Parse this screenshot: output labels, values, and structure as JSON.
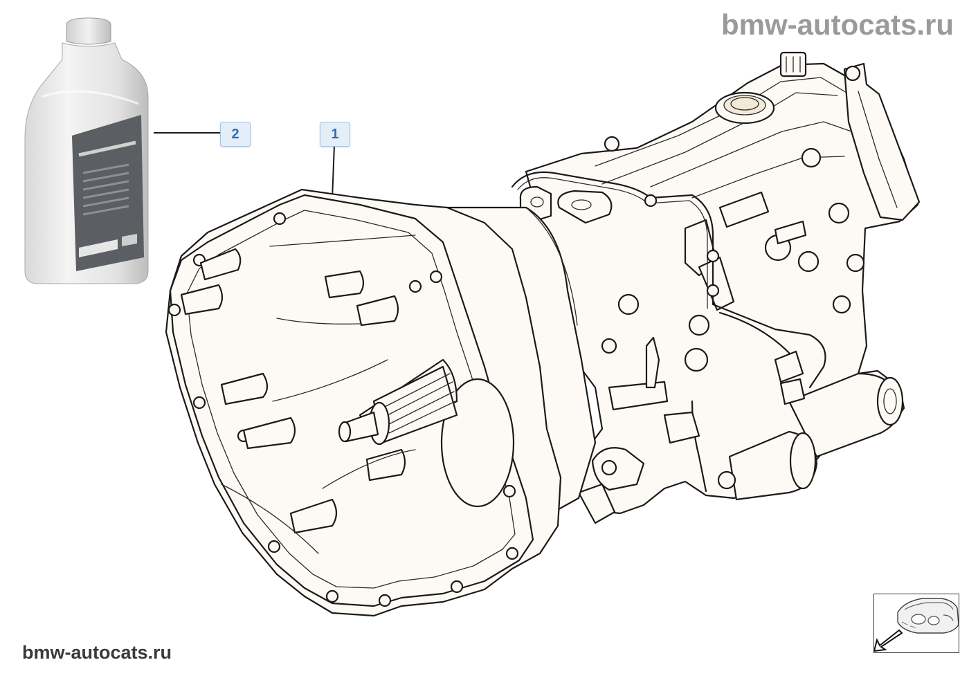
{
  "watermark": {
    "top_text": "bmw-autocats.ru",
    "bottom_text": "bmw-autocats.ru"
  },
  "callouts": [
    {
      "number": "2",
      "part": "transmission-oil-bottle"
    },
    {
      "number": "1",
      "part": "manual-gearbox"
    }
  ],
  "icons": {
    "navigation": "car-front-arrow-icon",
    "oil_bottle": "oil-bottle-illustration",
    "gearbox": "gearbox-illustration"
  },
  "colors": {
    "callout_bg": "#e4eef8",
    "callout_text": "#2f6db0",
    "line_art": "#1a1a1a",
    "part_fill": "#fdfaf5"
  }
}
